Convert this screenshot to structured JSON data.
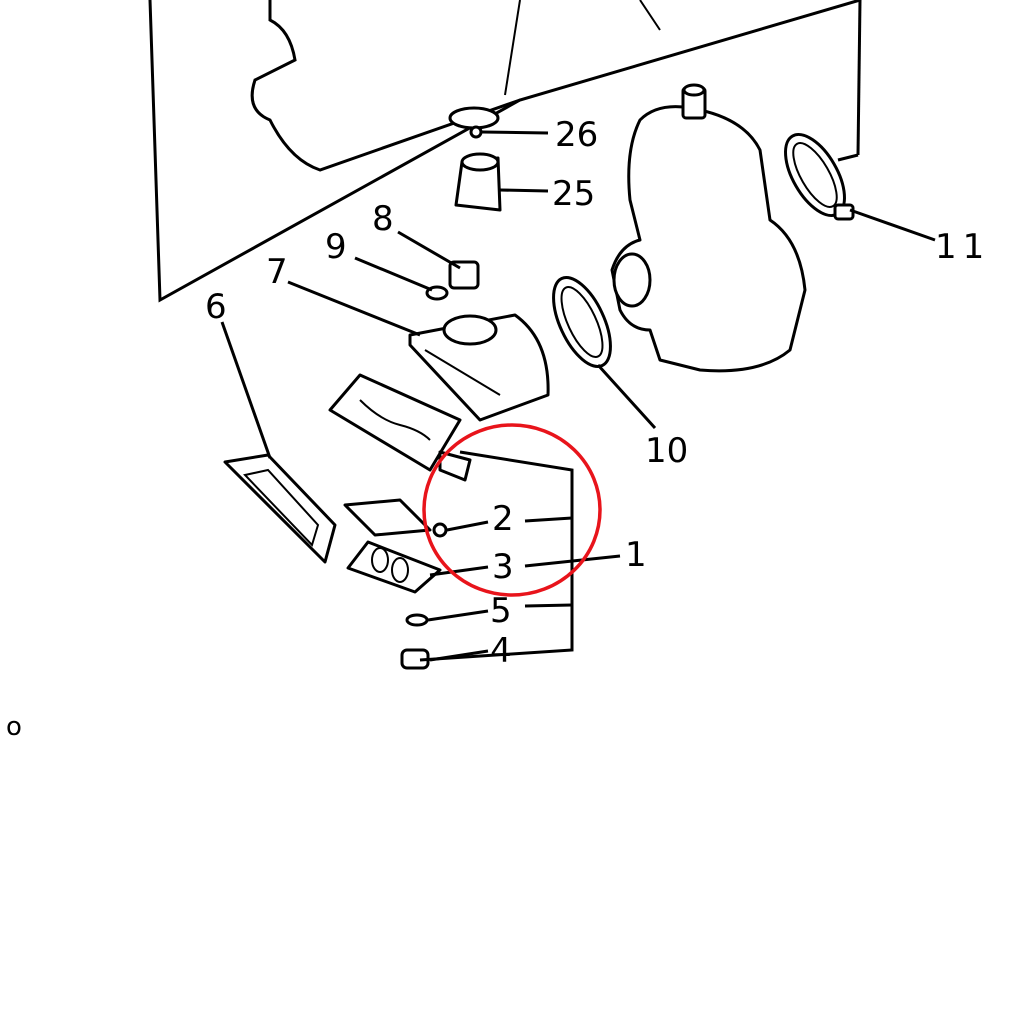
{
  "diagram": {
    "callouts": [
      {
        "id": "26",
        "label": "26"
      },
      {
        "id": "25",
        "label": "25"
      },
      {
        "id": "8",
        "label": "8"
      },
      {
        "id": "9",
        "label": "9"
      },
      {
        "id": "7",
        "label": "7"
      },
      {
        "id": "6",
        "label": "6"
      },
      {
        "id": "11",
        "label": "11"
      },
      {
        "id": "10",
        "label": "10"
      },
      {
        "id": "2",
        "label": "2"
      },
      {
        "id": "3",
        "label": "3"
      },
      {
        "id": "1",
        "label": "1"
      },
      {
        "id": "5",
        "label": "5"
      },
      {
        "id": "4",
        "label": "4"
      }
    ],
    "page_marker": "o",
    "highlight_color": "#e8141b"
  }
}
